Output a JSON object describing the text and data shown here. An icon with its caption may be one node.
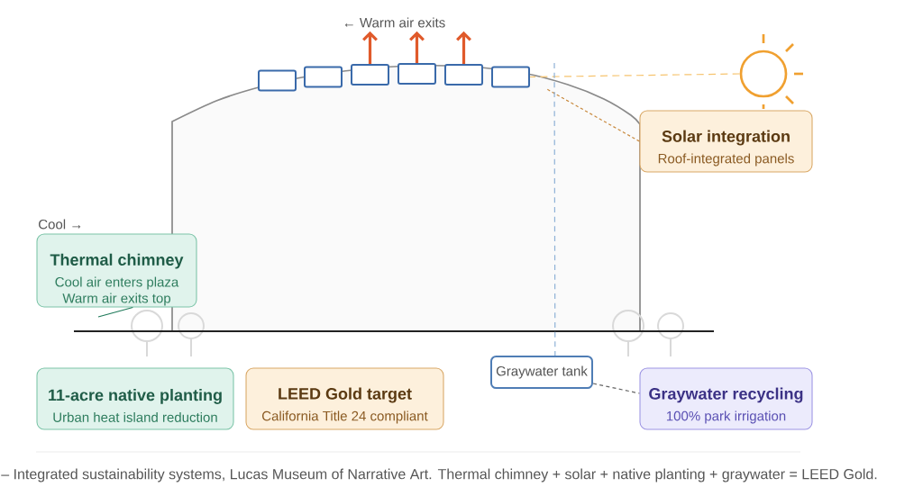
{
  "diagram": {
    "caption": "– Integrated sustainability systems, Lucas Museum of Narrative Art. Thermal chimney + solar + native planting + graywater = LEED Gold.",
    "nodes": [
      {
        "text": [
          "← Warm air exits"
        ]
      },
      {
        "text": [],
        "shape": "box"
      },
      {
        "text": [],
        "shape": "box"
      },
      {
        "text": [],
        "shape": "box"
      },
      {
        "text": [],
        "shape": "box"
      },
      {
        "text": [],
        "shape": "box"
      },
      {
        "text": [],
        "shape": "box"
      },
      {
        "text": [],
        "shape": "circle"
      },
      {
        "text": [
          "Solar integration",
          "Roof-integrated panels"
        ]
      },
      {
        "text": [
          "Thermal chimney",
          "Cool air enters plaza",
          "Warm air exits top"
        ]
      },
      {
        "text": [
          "Graywater tank"
        ]
      },
      {
        "text": [
          "11-acre native planting",
          "Urban heat island reduction"
        ]
      },
      {
        "text": [
          "LEED Gold target",
          "California Title 24 compliant"
        ]
      },
      {
        "text": [
          "Graywater recycling",
          "100% park irrigation"
        ]
      }
    ],
    "edges": [
      {
        "from": 3,
        "to": 0,
        "arrow": "to",
        "style": "thick",
        "color": "#e05a2b"
      },
      {
        "from": 4,
        "to": 0,
        "arrow": "to",
        "style": "thick",
        "color": "#e05a2b"
      },
      {
        "from": 5,
        "to": 0,
        "arrow": "to",
        "style": "thick",
        "color": "#e05a2b"
      },
      {
        "from": 7,
        "to": 6,
        "arrow": "none",
        "style": "dashed",
        "color": "#f6c46f"
      },
      {
        "from": 8,
        "to": null,
        "arrow": "none",
        "style": "dashed",
        "color": "#c8893d"
      },
      {
        "from": 9,
        "to": null,
        "arrow": "none",
        "color": "#1f7a5a"
      },
      {
        "from": null,
        "to": 10,
        "arrow": "none",
        "style": "dashed",
        "color": "#8eb1d6"
      },
      {
        "from": 10,
        "to": 13,
        "arrow": "none",
        "style": "dashed",
        "color": "#666666"
      }
    ],
    "labels": [
      "Cool →"
    ]
  }
}
